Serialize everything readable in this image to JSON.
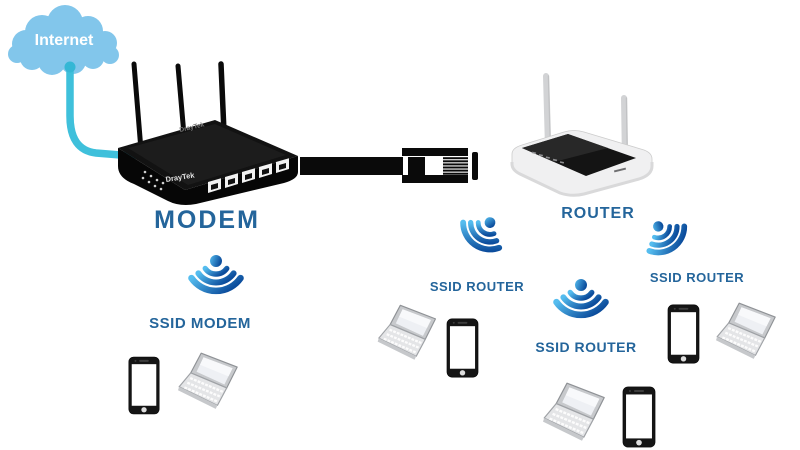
{
  "internet": {
    "label": "Internet"
  },
  "modem": {
    "label": "MODEM",
    "brand": "DrayTek"
  },
  "router": {
    "label": "ROUTER"
  },
  "ssids": {
    "modem": {
      "label": "SSID MODEM"
    },
    "router_left": {
      "label": "SSID ROUTER"
    },
    "router_middle": {
      "label": "SSID ROUTER"
    },
    "router_right": {
      "label": "SSID ROUTER"
    }
  },
  "icons": {
    "cloud": "internet-cloud-icon",
    "cable": "ethernet-cable-icon",
    "wifi": "wifi-signal-icon",
    "phone": "smartphone-icon",
    "laptop": "laptop-icon"
  },
  "colors": {
    "cloud_blue": "#82C6EB",
    "cable_teal": "#3FC0DB",
    "label_blue": "#24659B",
    "wifi_light": "#55BDEF",
    "wifi_dark": "#0B4C9C",
    "device_black": "#0A0A0A"
  }
}
